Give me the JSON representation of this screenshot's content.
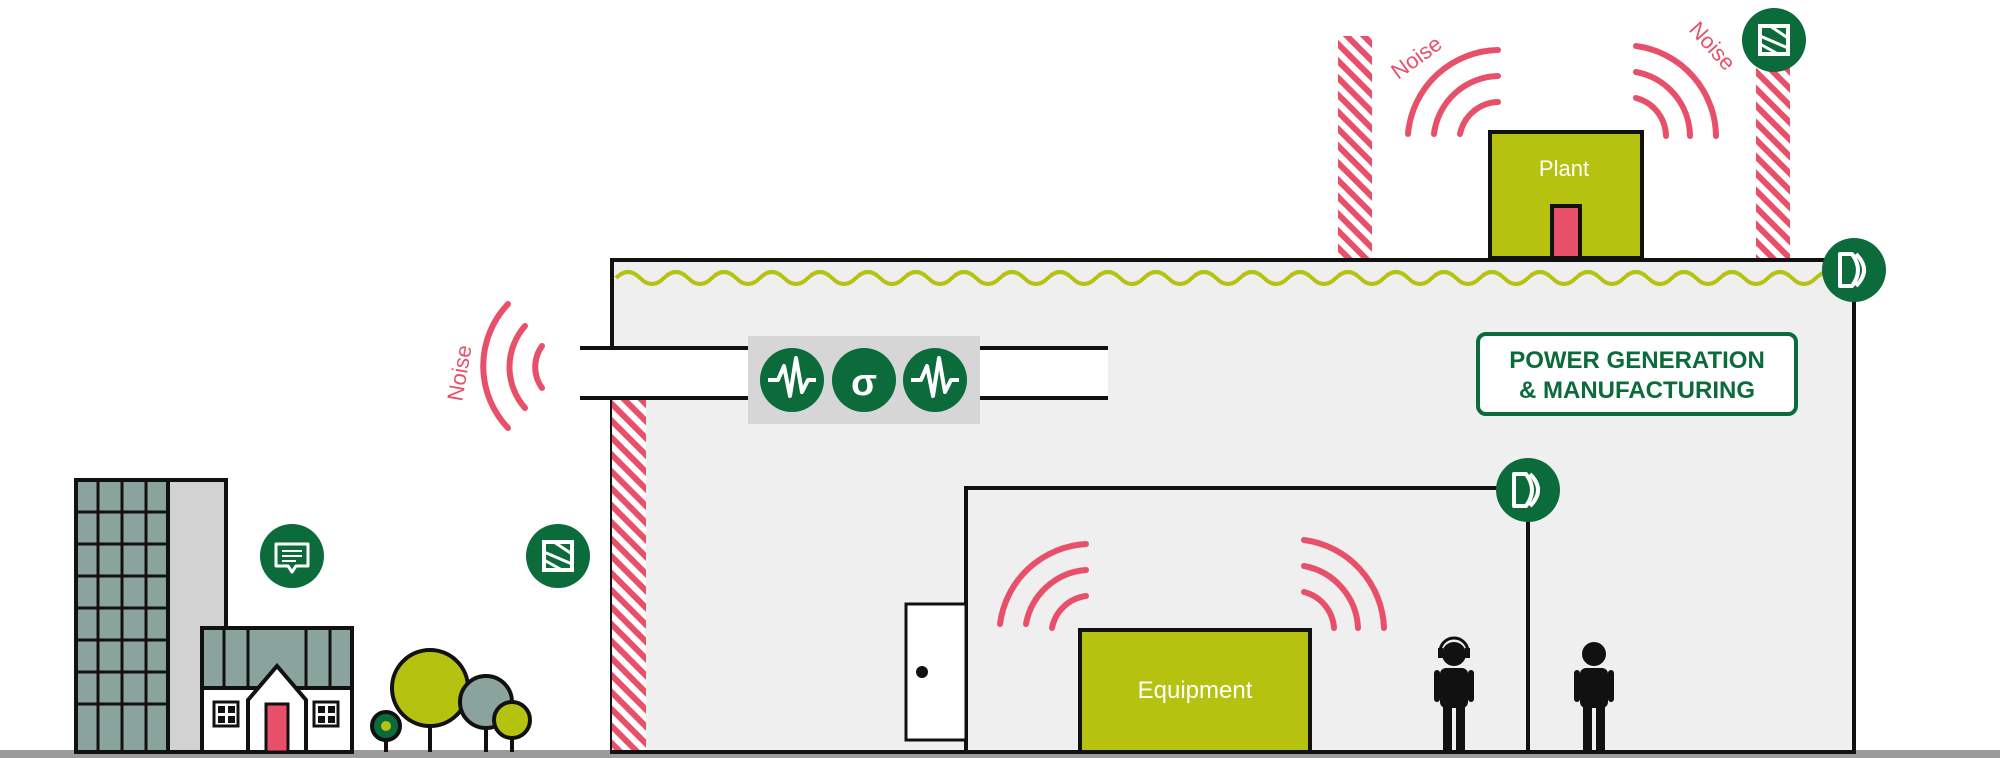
{
  "labels": {
    "noise_left": "Noise",
    "noise_plant_left": "Noise",
    "noise_plant_right": "Noise",
    "plant": "Plant",
    "equipment": "Equipment",
    "sector_line1": "POWER GENERATION",
    "sector_line2": "& MANUFACTURING"
  },
  "icons": {
    "vibration": "vibration-waveform-icon",
    "sigma": "sigma-icon",
    "vibration2": "vibration-waveform-icon",
    "barrier": "acoustic-barrier-icon",
    "damper": "noise-damper-icon",
    "comment": "speech-bubble-icon"
  },
  "colors": {
    "green_dark": "#0b6b3a",
    "lime": "#b5c20f",
    "noise_red": "#e8506a",
    "building_fill": "#efefef",
    "tower_glass": "#8aa39c",
    "ground": "#9b9b9b"
  }
}
